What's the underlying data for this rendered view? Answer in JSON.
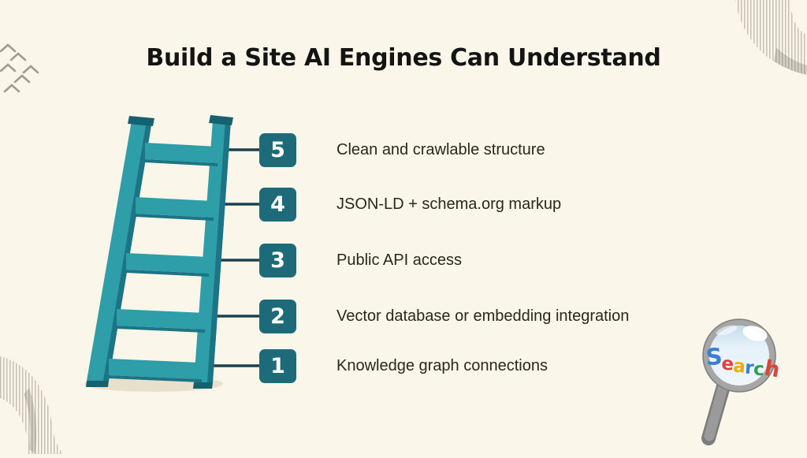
{
  "title": "Build a Site AI Engines Can Understand",
  "items": [
    {
      "num": "5",
      "label": "Clean and crawlable structure"
    },
    {
      "num": "4",
      "label": "JSON-LD + schema.org markup"
    },
    {
      "num": "3",
      "label": "Public API access"
    },
    {
      "num": "2",
      "label": "Vector database or embedding integration"
    },
    {
      "num": "1",
      "label": "Knowledge graph connections"
    }
  ],
  "magnifier": {
    "letters": [
      {
        "ch": "S",
        "color": "#3A7FD0"
      },
      {
        "ch": "e",
        "color": "#DA4538"
      },
      {
        "ch": "a",
        "color": "#F0AD00"
      },
      {
        "ch": "r",
        "color": "#3A7FD0"
      },
      {
        "ch": "c",
        "color": "#2F9E4F"
      },
      {
        "ch": "h",
        "color": "#DA4538"
      }
    ]
  },
  "colors": {
    "background": "#FAF6E9",
    "ladder_main": "#2E9EA9",
    "ladder_dark": "#1C7484",
    "ladder_cap": "#15616F",
    "number_box": "#1D6B78",
    "connector_line": "#1C4150",
    "title_text": "#141414",
    "item_text": "#28281F",
    "shadow": "#E8E0CA",
    "decoration_gray": "#A29C8E"
  }
}
